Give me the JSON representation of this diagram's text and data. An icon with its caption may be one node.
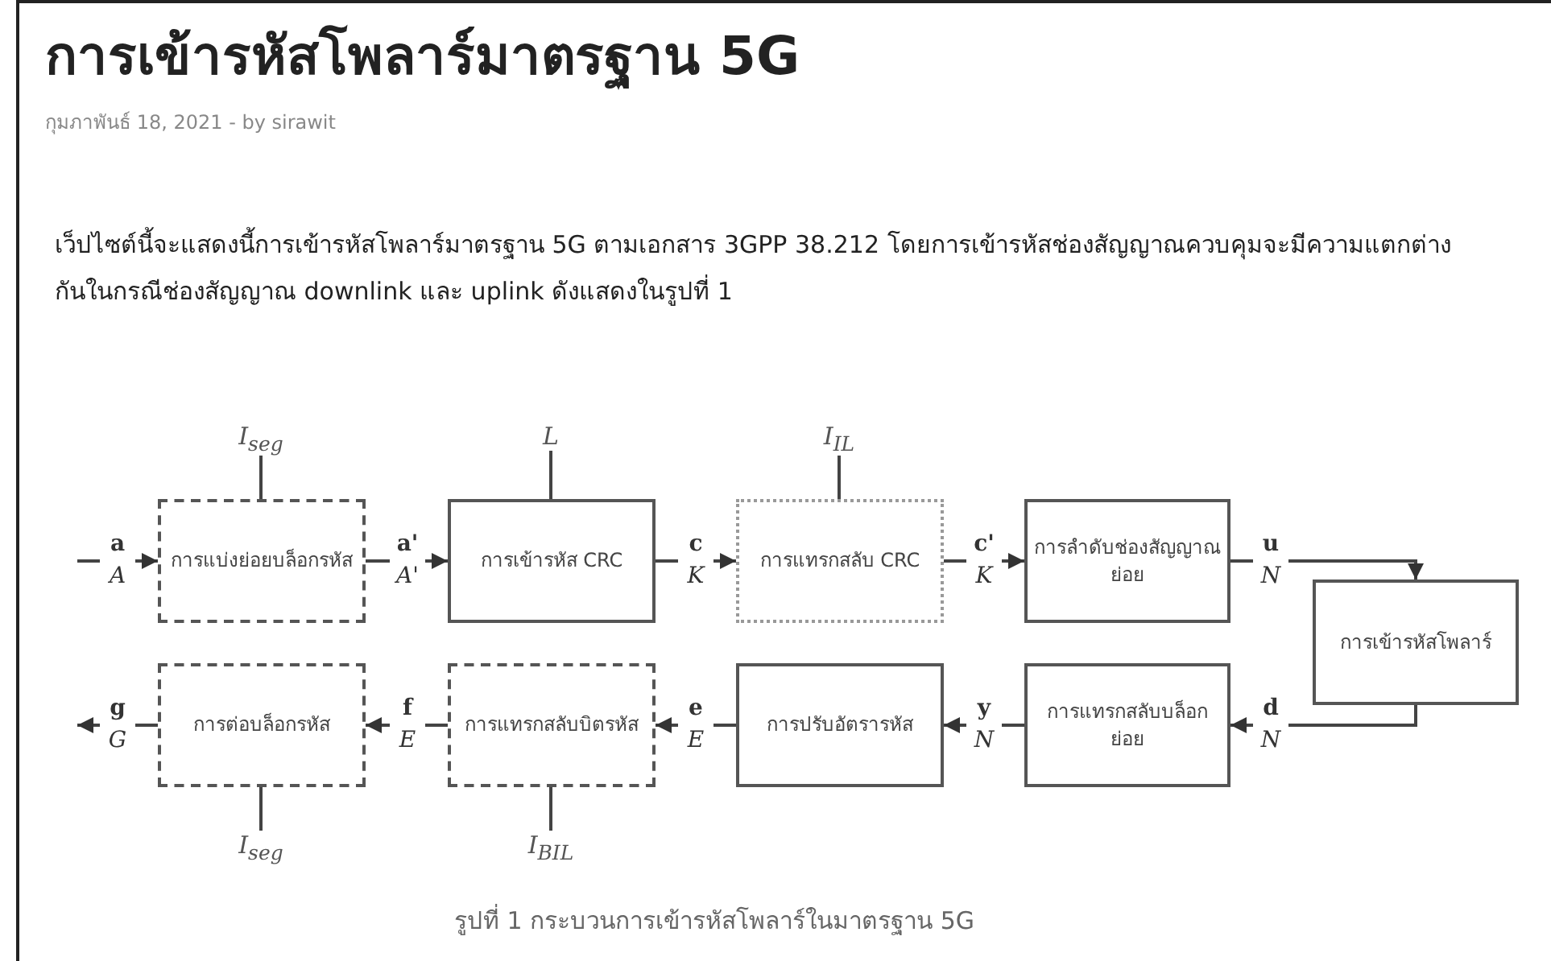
{
  "diagram": {
    "title": "การเข้ารหัสโพลาร์มาตรฐาน 5G",
    "caption": "รูปที่ 1 กระบวนการเข้ารหัสโพลาร์ในมาตรฐาน 5G",
    "nodes": [
      {
        "text": [
          "การแบ่งย่อยบล็อกรหัส"
        ]
      },
      {
        "text": [
          "การเข้ารหัส CRC"
        ]
      },
      {
        "text": [
          "การแทรกสลับ CRC"
        ]
      },
      {
        "text": [
          "การลำดับช่องสัญญาณย่อย"
        ]
      },
      {
        "text": [
          "การเข้ารหัสโพลาร์"
        ]
      },
      {
        "text": [
          "การแทรกสลับบล็อกย่อย"
        ]
      },
      {
        "text": [
          "การปรับอัตรารหัส"
        ]
      },
      {
        "text": [
          "การแทรกสลับบิตรหัส"
        ]
      },
      {
        "text": [
          "การต่อบล็อกรหัส"
        ]
      },
      {
        "text": [
          "I$_{seg}$"
        ]
      },
      {
        "text": [
          "L"
        ]
      },
      {
        "text": [
          "I$_{IL}$"
        ]
      },
      {
        "text": [
          "I$_{seg}$"
        ]
      },
      {
        "text": [
          "I$_{BIL}$"
        ]
      }
    ],
    "edges": [
      {
        "from": null,
        "to": 0,
        "arrow": "to",
        "label": "**a** *A*"
      },
      {
        "from": 0,
        "to": 1,
        "arrow": "to",
        "label": "**a'** *A'*"
      },
      {
        "from": 1,
        "to": 2,
        "arrow": "to",
        "label": "**c** *K*"
      },
      {
        "from": 2,
        "to": 3,
        "arrow": "to",
        "label": "**c'** *K*"
      },
      {
        "from": 3,
        "to": 4,
        "arrow": "to",
        "label": "**u** *N*"
      },
      {
        "from": 4,
        "to": 5,
        "arrow": "to",
        "label": "**d** *N*"
      },
      {
        "from": 5,
        "to": 6,
        "arrow": "to",
        "label": "**y** *N*"
      },
      {
        "from": 6,
        "to": 7,
        "arrow": "to",
        "label": "**e** *E*"
      },
      {
        "from": 7,
        "to": 8,
        "arrow": "to",
        "label": "**f** *E*"
      },
      {
        "from": 8,
        "to": null,
        "arrow": "to",
        "label": "**g** *G*"
      },
      {
        "from": 9,
        "to": 0,
        "arrow": "none"
      },
      {
        "from": 10,
        "to": 1,
        "arrow": "none"
      },
      {
        "from": 11,
        "to": 2,
        "arrow": "none"
      },
      {
        "from": 12,
        "to": 8,
        "arrow": "none"
      },
      {
        "from": 13,
        "to": 7,
        "arrow": "none"
      }
    ],
    "labels": [
      "กุมภาพันธ์ 18, 2021 - by sirawit",
      "เว็ปไซต์นี้จะแสดงนี้การเข้ารหัสโพลาร์มาตรฐาน 5G ตามเอกสาร 3GPP 38.212 โดยการเข้ารหัสช่องสัญญาณควบคุมจะมีความแตกต่างกันในกรณีช่องสัญญาณ downlink และ uplink ดังแสดงในรูปที่ 1"
    ]
  }
}
